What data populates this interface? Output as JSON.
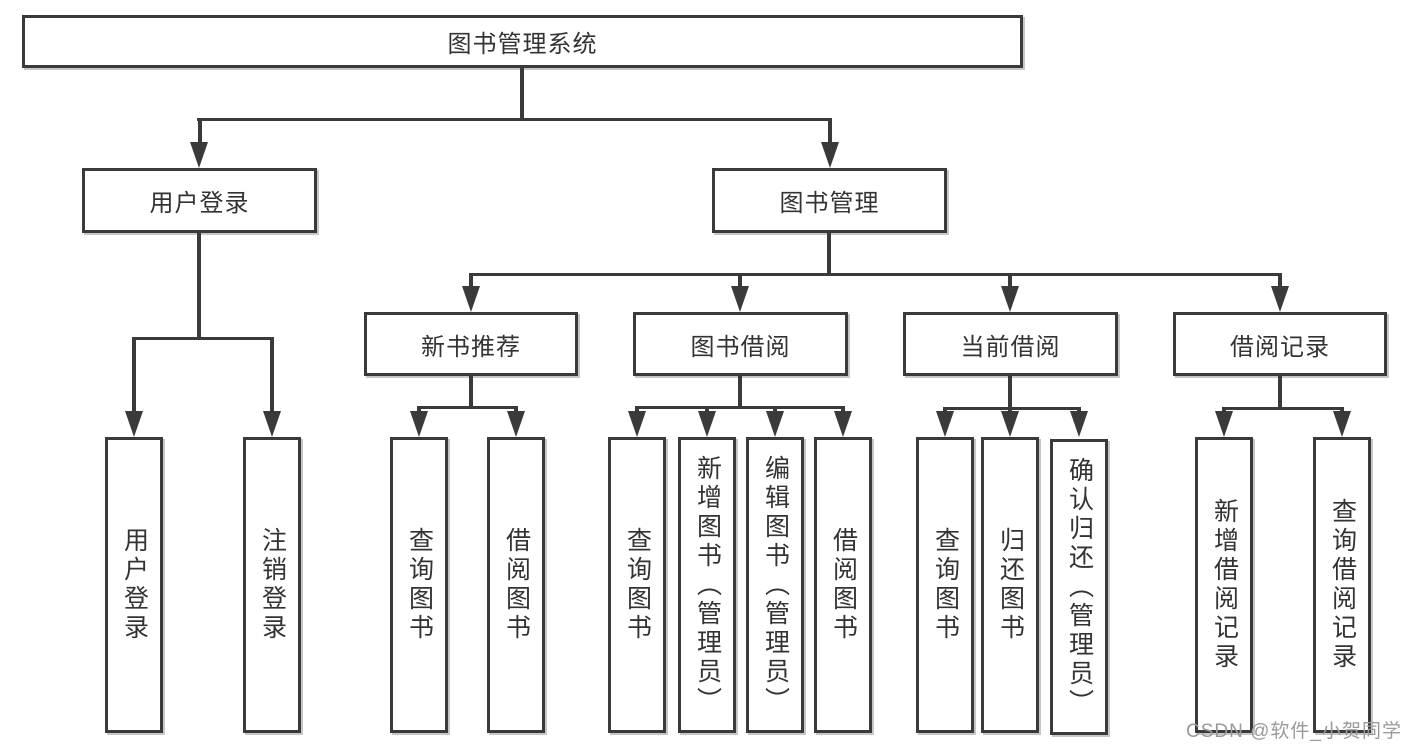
{
  "tree": {
    "label": "图书管理系统",
    "children": [
      {
        "label": "用户登录",
        "children": [
          {
            "label": "用户登录"
          },
          {
            "label": "注销登录"
          }
        ]
      },
      {
        "label": "图书管理",
        "children": [
          {
            "label": "新书推荐",
            "children": [
              {
                "label": "查询图书"
              },
              {
                "label": "借阅图书"
              }
            ]
          },
          {
            "label": "图书借阅",
            "children": [
              {
                "label": "查询图书"
              },
              {
                "label": "新增图书（管理员）"
              },
              {
                "label": "编辑图书（管理员）"
              },
              {
                "label": "借阅图书"
              }
            ]
          },
          {
            "label": "当前借阅",
            "children": [
              {
                "label": "查询图书"
              },
              {
                "label": "归还图书"
              },
              {
                "label": "确认归还（管理员）"
              }
            ]
          },
          {
            "label": "借阅记录",
            "children": [
              {
                "label": "新增借阅记录"
              },
              {
                "label": "查询借阅记录"
              }
            ]
          }
        ]
      }
    ]
  },
  "watermark": {
    "text": "CSDN @软件_小贺同学"
  },
  "colors": {
    "line": "#3a3a3a",
    "text": "#333333",
    "watermark": "#9a9a9a",
    "background": "#ffffff"
  }
}
